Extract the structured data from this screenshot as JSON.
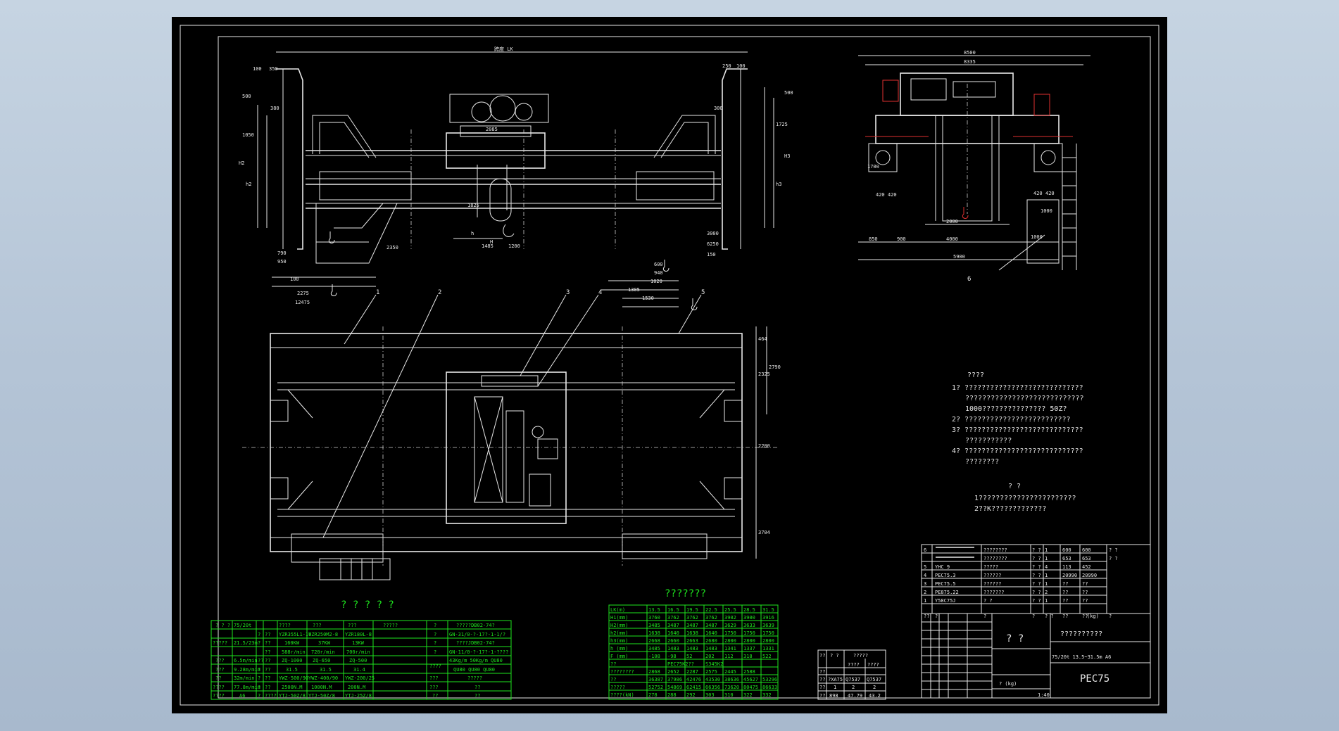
{
  "sheet": {
    "span_label": "跨度 LK",
    "dims_front": [
      "100",
      "350",
      "250",
      "100",
      "500",
      "500",
      "1050",
      "1725",
      "380",
      "300",
      "2085",
      "1825",
      "1485",
      "1200",
      "600",
      "940",
      "1020",
      "1305",
      "1530",
      "790",
      "950",
      "100",
      "2275",
      "12475",
      "2350",
      "H2",
      "h2",
      "H3",
      "h3",
      "H",
      "h",
      "150",
      "6250",
      "3000"
    ],
    "dims_side": [
      "8500",
      "8335",
      "1700",
      "420",
      "420",
      "420",
      "420",
      "2000",
      "4000",
      "850",
      "900",
      "5900",
      "1000",
      "1000"
    ],
    "dims_plan": [
      "464",
      "2325",
      "2790",
      "2200",
      "3704"
    ],
    "part_labels": [
      "1",
      "2",
      "3",
      "4",
      "5",
      "6"
    ]
  },
  "notes": {
    "title": "????",
    "lines": [
      "1?  ????????????????????????????",
      "????????????????????????????",
      "1000???????????????  50Z?",
      "2?  ?????????????????????????",
      "3?  ????????????????????????????",
      "???????????",
      "4?  ????????????????????????????",
      "????????"
    ],
    "title2": "?    ?",
    "lines2": [
      "1???????????????????????",
      "2??K?????????????"
    ]
  },
  "param_table": {
    "title": "? ? ? ? ?",
    "rows": [
      [
        "? ? ?",
        "75/20t",
        "",
        "????",
        "???",
        "???",
        "?????"
      ],
      [
        "",
        "",
        "?",
        "??",
        "YZR355L1-10",
        "YZR250M2-8",
        "YZR180L-8"
      ],
      [
        "?????",
        "21.5/23m",
        "?",
        "??",
        "160KW",
        "37KW",
        "13KW"
      ],
      [
        "",
        "",
        "",
        "??",
        "588r/min",
        "720r/min",
        "700r/min"
      ],
      [
        "???",
        "6.5m/min",
        "??",
        "??",
        "ZQ-1000",
        "ZQ-650",
        "ZQ-500"
      ],
      [
        "???",
        "9.28m/min",
        "?",
        "??",
        "31.5",
        "31.5",
        "31.4"
      ],
      [
        "??",
        "32m/min",
        "?",
        "??",
        "YWZ-500/90",
        "YWZ-400/90",
        "YWZ-200/25"
      ],
      [
        "????",
        "77.8m/min",
        "?",
        "??",
        "2500N.M",
        "1000N.M",
        "200N.M"
      ],
      [
        "????",
        "A6",
        "?",
        "????",
        "YTJ-50Z/8",
        "YTJ-50Z/8",
        "YTJ-25Z/8"
      ]
    ],
    "rows2": [
      [
        "?",
        "?????DB02-74?"
      ],
      [
        "?",
        "GN-31/0-?-17?-1-1/?"
      ],
      [
        "?",
        "????JDB02-74?"
      ],
      [
        "?",
        "GN-11/0-?-17?-1-????"
      ],
      [
        "????",
        "43Kg/m   50Kg/m   QU80"
      ],
      [
        "",
        "QU80   QU80   QU80"
      ],
      [
        "???",
        "?????"
      ],
      [
        "???",
        "??"
      ],
      [
        "??",
        "??"
      ]
    ]
  },
  "data_table": {
    "title": "???????",
    "header": [
      "LK(m)",
      "13.5",
      "16.5",
      "19.5",
      "22.5",
      "25.5",
      "28.5",
      "31.5"
    ],
    "rows": [
      [
        "H1(mm)",
        "3760",
        "3762",
        "3762",
        "3762",
        "3902",
        "3900",
        "3916"
      ],
      [
        "H2(mm)",
        "3485",
        "3487",
        "3487",
        "3487",
        "3629",
        "3633",
        "3639"
      ],
      [
        "h2(mm)",
        "1638",
        "1640",
        "1638",
        "1640",
        "1750",
        "1750",
        "1750"
      ],
      [
        "h3(mm)",
        "2668",
        "2660",
        "2663",
        "2680",
        "2800",
        "2800",
        "2800"
      ],
      [
        "h (mm)",
        "3485",
        "1483",
        "1483",
        "1483",
        "1341",
        "1337",
        "1331"
      ],
      [
        "F (mm)",
        "-108",
        "-98",
        "52",
        "202",
        "112",
        "318",
        "522"
      ],
      [
        "??",
        "",
        "PEC75K2??",
        "",
        "S345K2",
        "",
        "",
        ""
      ],
      [
        "????????",
        "2868",
        "2652",
        "2287",
        "2575",
        "2445",
        "2588",
        ""
      ],
      [
        "??",
        "36387",
        "37986",
        "42476",
        "43530",
        "38636",
        "45627",
        "53296"
      ],
      [
        "?????",
        "52752",
        "54869",
        "62415",
        "66356",
        "73620",
        "80475",
        "86633"
      ],
      [
        "????(kN)",
        "278",
        "288",
        "292",
        "303",
        "310",
        "322",
        "332"
      ]
    ]
  },
  "bom_table": {
    "rows": [
      [
        "6",
        "",
        "????????",
        "? ?",
        "1",
        "600",
        "600",
        "? ?"
      ],
      [
        "",
        "",
        "????????",
        "? ?",
        "1",
        "653",
        "653",
        "? ?"
      ],
      [
        "5",
        "YHC 9",
        "?????",
        "? ?",
        "4",
        "113",
        "452",
        ""
      ],
      [
        "4",
        "PEC75.3",
        "??????",
        "? ?",
        "1",
        "20990",
        "20990",
        ""
      ],
      [
        "3",
        "PEC75.5",
        "??????",
        "? ?",
        "1",
        "??",
        "??",
        ""
      ],
      [
        "2",
        "PE875.22",
        "???????",
        "? ?",
        "2",
        "??",
        "??",
        ""
      ],
      [
        "1",
        "Y58C75J",
        "? ?",
        "? ?",
        "1",
        "??",
        "??",
        ""
      ],
      [
        "??",
        "?",
        "?",
        "?",
        "? ?",
        "??",
        "??",
        "?"
      ]
    ],
    "unit_label": "(kg)"
  },
  "title_block": {
    "title": "? ?",
    "spec": "75/20t 13.5~31.5m A6",
    "drawing_no": "PEC75",
    "company": "??????????",
    "scale": "1:40",
    "weight_label": "? (kg)"
  },
  "small_table": {
    "rows": [
      [
        "??",
        "? ?",
        "?????"
      ],
      [
        "??",
        "",
        "????",
        "????"
      ],
      [
        "??",
        "?XA75",
        "Q7537",
        "Q7537"
      ],
      [
        "??",
        "1",
        "2",
        "2"
      ],
      [
        "??",
        "898",
        "47.79",
        "43.2"
      ]
    ]
  }
}
